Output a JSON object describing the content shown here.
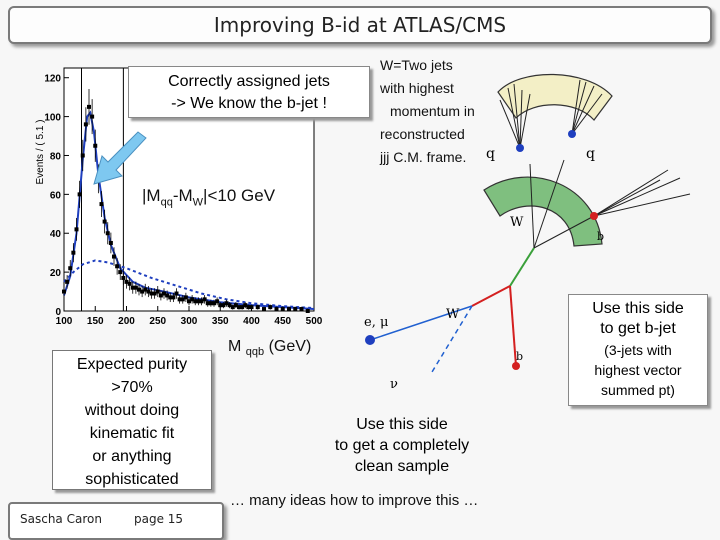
{
  "title": "Improving B-id at ATLAS/CMS",
  "footer": {
    "author": "Sascha Caron",
    "page": "page 15"
  },
  "callout_correct": {
    "line1": "Correctly assigned jets",
    "line2": "-> We know the b-jet !"
  },
  "w_definition": {
    "line1": "W=Two jets",
    "line2": "with highest",
    "line3": "momentum in",
    "line4": "reconstructed",
    "line5": "jjj C.M. frame."
  },
  "cut_label": {
    "prefix": "|M",
    "sub1": "qq",
    "mid": "-M",
    "sub2": "W",
    "suffix": "|<10 GeV"
  },
  "x_axis_label": {
    "main": "M",
    "sub": "qqb",
    "unit": "(GeV)"
  },
  "purity_box": {
    "line1": "Expected purity",
    "line2": ">70%",
    "line3": "without doing",
    "line4": "kinematic fit",
    "line5": "or anything",
    "line6": "sophisticated"
  },
  "clean_sample": {
    "line1": "Use this side",
    "line2": "to get a completely",
    "line3": "clean sample"
  },
  "ideas": "… many ideas how to improve this …",
  "bjet_box": {
    "line1": "Use this side",
    "line2": "to get b-jet",
    "line3": "(3-jets with",
    "line4": "highest vector",
    "line5": "summed pt)"
  },
  "diagram_labels": {
    "q1": "q",
    "q2": "q",
    "w_upper": "W",
    "b_upper": "b",
    "lepton": "e, μ",
    "w_lower": "W",
    "b_lower": "b",
    "nu": "ν"
  },
  "colors": {
    "data_points": "#000000",
    "fit_curve": "#1f3fbf",
    "background_curve": "#1f3fbf",
    "arrow": "#7ec8f0",
    "arc_yellow": "#f3efc6",
    "arc_green": "#7fbf7f",
    "dot_red": "#d42020",
    "dot_blue": "#1f3fbf",
    "lepton_line": "#2060d0"
  },
  "chart_data": {
    "type": "scatter",
    "ylabel": "Events / ( 5.1 )",
    "x_ticks": [
      100,
      150,
      200,
      250,
      300,
      350,
      400,
      450,
      500
    ],
    "y_ticks": [
      0,
      20,
      40,
      60,
      80,
      100,
      120
    ],
    "xlim": [
      100,
      500
    ],
    "ylim": [
      0,
      125
    ],
    "cut_window": [
      128,
      195
    ],
    "series": [
      {
        "points": [
          [
            100,
            10
          ],
          [
            105,
            15
          ],
          [
            110,
            22
          ],
          [
            115,
            30
          ],
          [
            120,
            42
          ],
          [
            125,
            60
          ],
          [
            130,
            80
          ],
          [
            135,
            96
          ],
          [
            140,
            105
          ],
          [
            145,
            100
          ],
          [
            150,
            85
          ],
          [
            155,
            68
          ],
          [
            160,
            55
          ],
          [
            165,
            46
          ],
          [
            170,
            40
          ],
          [
            175,
            35
          ],
          [
            180,
            28
          ],
          [
            185,
            23
          ],
          [
            190,
            20
          ],
          [
            195,
            17
          ],
          [
            200,
            15
          ],
          [
            205,
            14
          ],
          [
            210,
            12
          ],
          [
            215,
            12
          ],
          [
            220,
            11
          ],
          [
            225,
            10
          ],
          [
            230,
            11
          ],
          [
            235,
            10
          ],
          [
            240,
            9
          ],
          [
            245,
            9
          ],
          [
            250,
            10
          ],
          [
            255,
            8
          ],
          [
            260,
            9
          ],
          [
            265,
            8
          ],
          [
            270,
            7
          ],
          [
            275,
            7
          ],
          [
            280,
            9
          ],
          [
            285,
            6
          ],
          [
            290,
            6
          ],
          [
            295,
            7
          ],
          [
            300,
            5
          ],
          [
            305,
            6
          ],
          [
            310,
            5
          ],
          [
            315,
            5
          ],
          [
            320,
            5
          ],
          [
            325,
            6
          ],
          [
            330,
            4
          ],
          [
            335,
            4
          ],
          [
            340,
            4
          ],
          [
            345,
            5
          ],
          [
            350,
            3
          ],
          [
            355,
            3
          ],
          [
            360,
            4
          ],
          [
            365,
            3
          ],
          [
            370,
            2
          ],
          [
            375,
            3
          ],
          [
            380,
            2
          ],
          [
            385,
            2
          ],
          [
            390,
            3
          ],
          [
            395,
            2
          ],
          [
            400,
            2
          ],
          [
            410,
            2
          ],
          [
            420,
            1
          ],
          [
            430,
            2
          ],
          [
            440,
            1
          ],
          [
            450,
            1
          ],
          [
            460,
            1
          ],
          [
            470,
            1
          ],
          [
            480,
            1
          ],
          [
            490,
            0
          ]
        ]
      }
    ],
    "fit_curve": [
      [
        100,
        8
      ],
      [
        110,
        18
      ],
      [
        120,
        40
      ],
      [
        130,
        78
      ],
      [
        137,
        100
      ],
      [
        142,
        102
      ],
      [
        148,
        92
      ],
      [
        155,
        70
      ],
      [
        165,
        48
      ],
      [
        175,
        34
      ],
      [
        190,
        22
      ],
      [
        210,
        15
      ],
      [
        230,
        12
      ],
      [
        260,
        10
      ],
      [
        300,
        7
      ],
      [
        350,
        4.5
      ],
      [
        400,
        3
      ],
      [
        450,
        2
      ],
      [
        500,
        1
      ]
    ],
    "bkg_curve": [
      [
        100,
        15
      ],
      [
        115,
        20
      ],
      [
        130,
        24
      ],
      [
        150,
        26
      ],
      [
        170,
        25
      ],
      [
        200,
        22
      ],
      [
        240,
        17
      ],
      [
        280,
        13
      ],
      [
        320,
        9
      ],
      [
        360,
        6
      ],
      [
        400,
        4
      ],
      [
        450,
        2.5
      ],
      [
        500,
        1.5
      ]
    ]
  }
}
